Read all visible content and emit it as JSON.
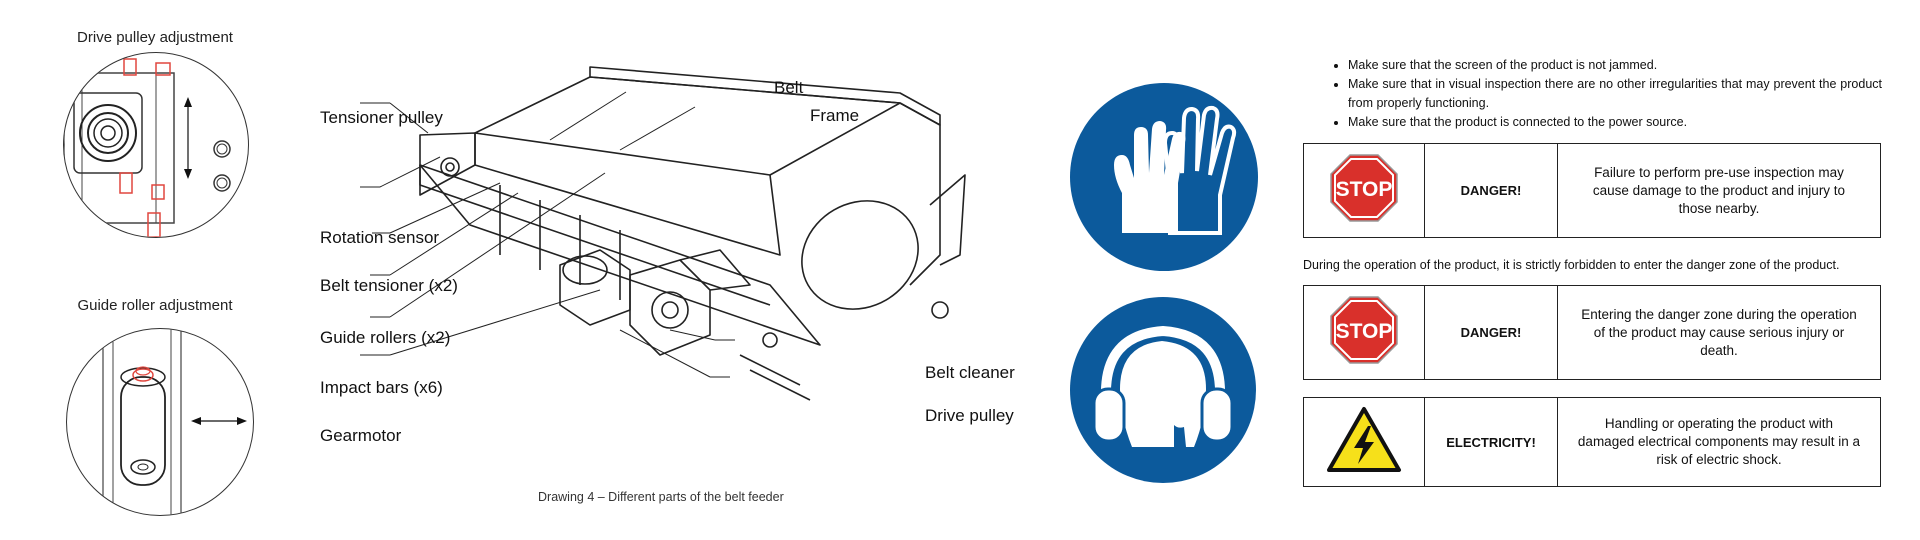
{
  "details": {
    "drive_title": "Drive pulley adjustment",
    "guide_title": "Guide roller adjustment"
  },
  "drawing": {
    "labels": {
      "tensioner_pulley": "Tensioner pulley",
      "rotation_sensor": "Rotation sensor",
      "belt_tensioner": "Belt tensioner (x2)",
      "guide_rollers": "Guide rollers (x2)",
      "impact_bars": "Impact bars (x6)",
      "gearmotor": "Gearmotor",
      "belt": "Belt",
      "frame": "Frame",
      "belt_cleaner": "Belt cleaner",
      "drive_pulley": "Drive pulley"
    },
    "caption": "Drawing 4 – Different parts of the belt feeder"
  },
  "signs": {
    "color": "#0c5a9c",
    "icons": [
      "protective-gloves-icon",
      "hearing-protection-icon"
    ]
  },
  "checklist": [
    "Make sure that the screen of the product is not jammed.",
    "Make sure that in visual inspection there are no other irregularities that may prevent the product from properly functioning.",
    "Make sure that the product is connected to the power source."
  ],
  "warnings": [
    {
      "icon": "stop-sign-icon",
      "icon_text": "STOP",
      "heading": "DANGER!",
      "text": "Failure to perform pre-use inspection may cause damage to the product and injury to those nearby."
    },
    {
      "icon": "stop-sign-icon",
      "icon_text": "STOP",
      "heading": "DANGER!",
      "text": "Entering the danger zone during the operation of the product may cause serious injury or death."
    },
    {
      "icon": "electricity-hazard-icon",
      "heading": "ELECTRICITY!",
      "text": "Handling or operating the product with damaged electrical components may result in a risk of electric shock."
    }
  ],
  "operation_note": "During the operation of the product, it is strictly forbidden to enter the danger zone of the product.",
  "colors": {
    "stop_red": "#d9302b",
    "warning_yellow": "#f6e01a",
    "detail_red": "#e0473f"
  }
}
